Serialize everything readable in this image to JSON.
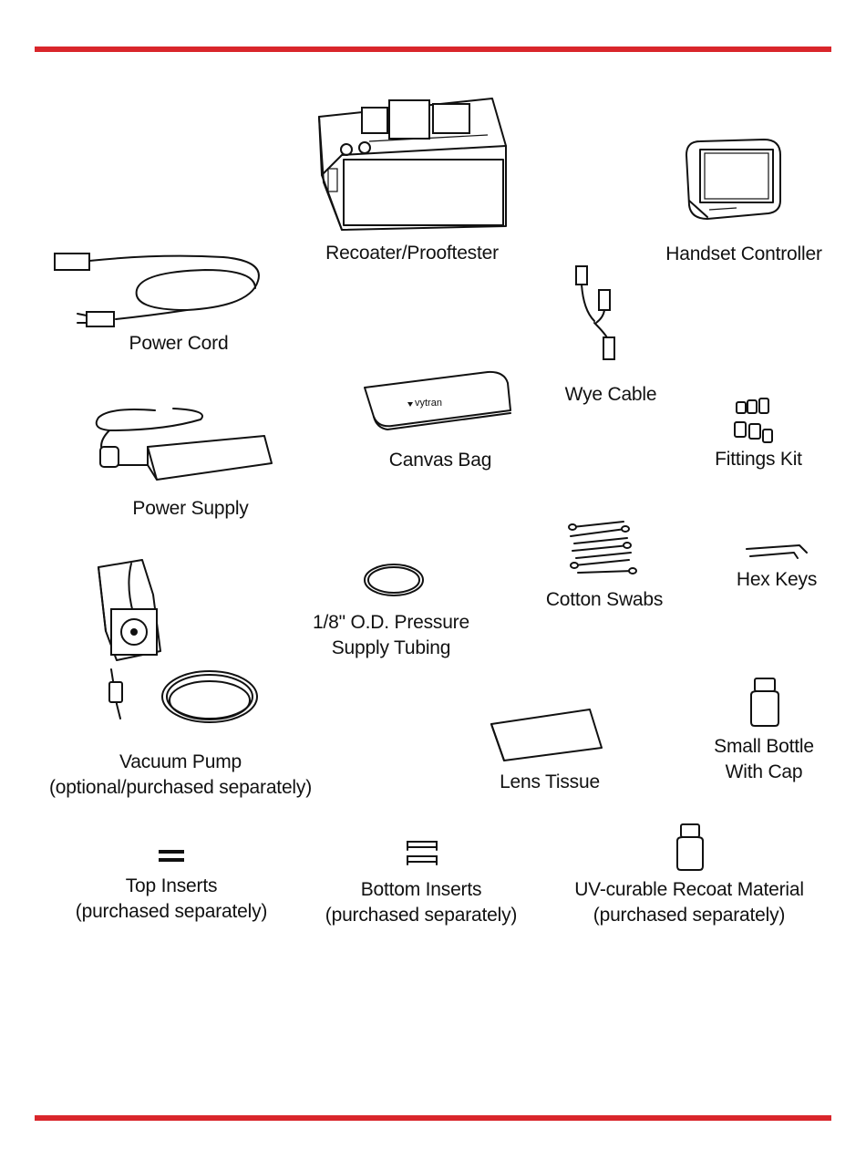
{
  "colors": {
    "accent_rule": "#d9262b",
    "line_art": "#111111"
  },
  "items": {
    "recoater": {
      "label": "Recoater/Prooftester"
    },
    "handset": {
      "label": "Handset Controller"
    },
    "power_cord": {
      "label": "Power Cord"
    },
    "wye_cable": {
      "label": "Wye Cable"
    },
    "canvas_bag": {
      "label": "Canvas Bag",
      "logo_text": "vytran"
    },
    "fittings_kit": {
      "label": "Fittings Kit"
    },
    "power_supply": {
      "label": "Power Supply"
    },
    "cotton_swabs": {
      "label": "Cotton Swabs"
    },
    "hex_keys": {
      "label": "Hex Keys"
    },
    "tubing": {
      "line1": "1/8\" O.D. Pressure",
      "line2": "Supply Tubing"
    },
    "vacuum_pump": {
      "line1": "Vacuum Pump",
      "line2": "(optional/purchased separately)"
    },
    "lens_tissue": {
      "label": "Lens Tissue"
    },
    "small_bottle": {
      "line1": "Small Bottle",
      "line2": "With Cap"
    },
    "top_inserts": {
      "line1": "Top Inserts",
      "line2": "(purchased separately)"
    },
    "bottom_inserts": {
      "line1": "Bottom Inserts",
      "line2": "(purchased separately)"
    },
    "recoat_material": {
      "line1": "UV-curable Recoat Material",
      "line2": "(purchased separately)"
    }
  }
}
